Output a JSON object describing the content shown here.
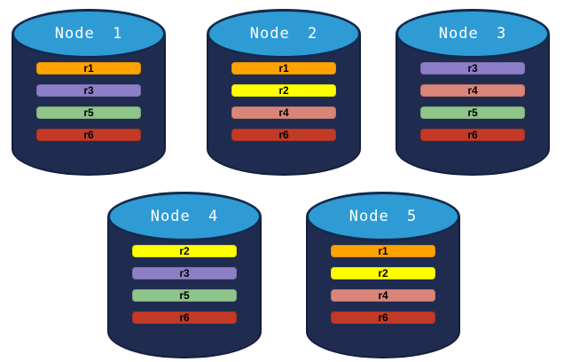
{
  "diagram": {
    "description": "Database cluster replica placement diagram with five nodes",
    "nodes": [
      {
        "label": "Node 1",
        "replicas": [
          "r1",
          "r3",
          "r5",
          "r6"
        ]
      },
      {
        "label": "Node 2",
        "replicas": [
          "r1",
          "r2",
          "r4",
          "r6"
        ]
      },
      {
        "label": "Node 3",
        "replicas": [
          "r3",
          "r4",
          "r5",
          "r6"
        ]
      },
      {
        "label": "Node 4",
        "replicas": [
          "r2",
          "r3",
          "r5",
          "r6"
        ]
      },
      {
        "label": "Node 5",
        "replicas": [
          "r1",
          "r2",
          "r4",
          "r6"
        ]
      }
    ],
    "replica_colors": {
      "r1": "#FFA302",
      "r2": "#FFFF00",
      "r3": "#8D7FC7",
      "r4": "#D9857A",
      "r5": "#8FC48A",
      "r6": "#C23A26"
    },
    "colors": {
      "cylinder_body": "#1F2C50",
      "cylinder_top": "#2E9BD5",
      "node_label_text": "#FFFFFF",
      "replica_label_text": "#000000",
      "background": "#FFFFFF"
    }
  }
}
